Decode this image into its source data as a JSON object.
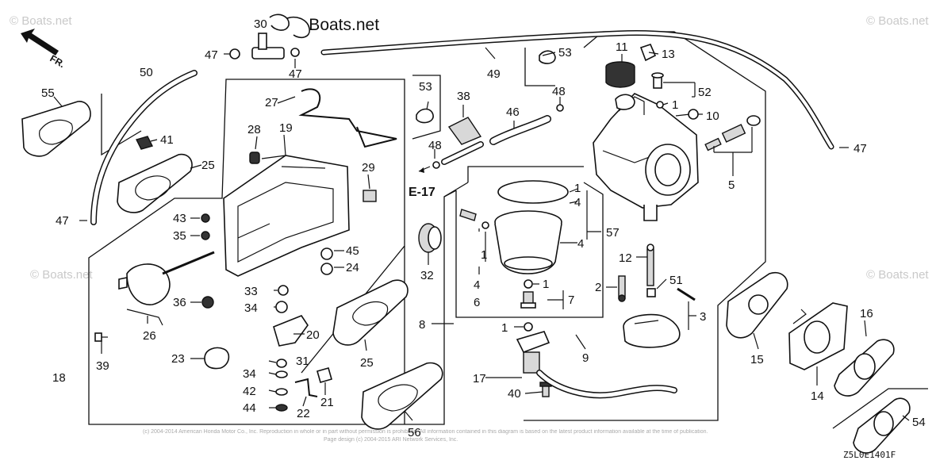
{
  "watermark": "© Boats.net",
  "brand_text": "© Boats.net",
  "diagram_code": "Z5L0E1401F",
  "copyright_line1": "(c) 2004-2014 American Honda Motor Co., Inc. Reproduction in whole or in part without permission is prohibited. All information contained in this diagram is based on the latest product information available at the time of publication.",
  "copyright_line2": "Page design (c) 2004-2015 ARI Network Services, Inc.",
  "front_marker": "FR.",
  "ref_label": "E-17",
  "part_labels": {
    "p1a": "1",
    "p1b": "1",
    "p1c": "1",
    "p1d": "1",
    "p1e": "1",
    "p2": "2",
    "p3": "3",
    "p4a": "4",
    "p4b": "4",
    "p4c": "4",
    "p5": "5",
    "p6": "6",
    "p7": "7",
    "p8": "8",
    "p9": "9",
    "p10": "10",
    "p11": "11",
    "p12": "12",
    "p13": "13",
    "p14": "14",
    "p15": "15",
    "p16": "16",
    "p17": "17",
    "p18": "18",
    "p19": "19",
    "p20": "20",
    "p21": "21",
    "p22": "22",
    "p23": "23",
    "p24": "24",
    "p25a": "25",
    "p25b": "25",
    "p26": "26",
    "p27": "27",
    "p28": "28",
    "p29": "29",
    "p30": "30",
    "p31": "31",
    "p32": "32",
    "p33": "33",
    "p34a": "34",
    "p34b": "34",
    "p35": "35",
    "p36": "36",
    "p38": "38",
    "p39": "39",
    "p40": "40",
    "p41": "41",
    "p42": "42",
    "p43": "43",
    "p44": "44",
    "p45": "45",
    "p46": "46",
    "p47a": "47",
    "p47b": "47",
    "p47c": "47",
    "p47d": "47",
    "p48a": "48",
    "p48b": "48",
    "p49": "49",
    "p50": "50",
    "p51": "51",
    "p52": "52",
    "p53a": "53",
    "p53b": "53",
    "p54": "54",
    "p55": "55",
    "p56": "56",
    "p57": "57"
  }
}
